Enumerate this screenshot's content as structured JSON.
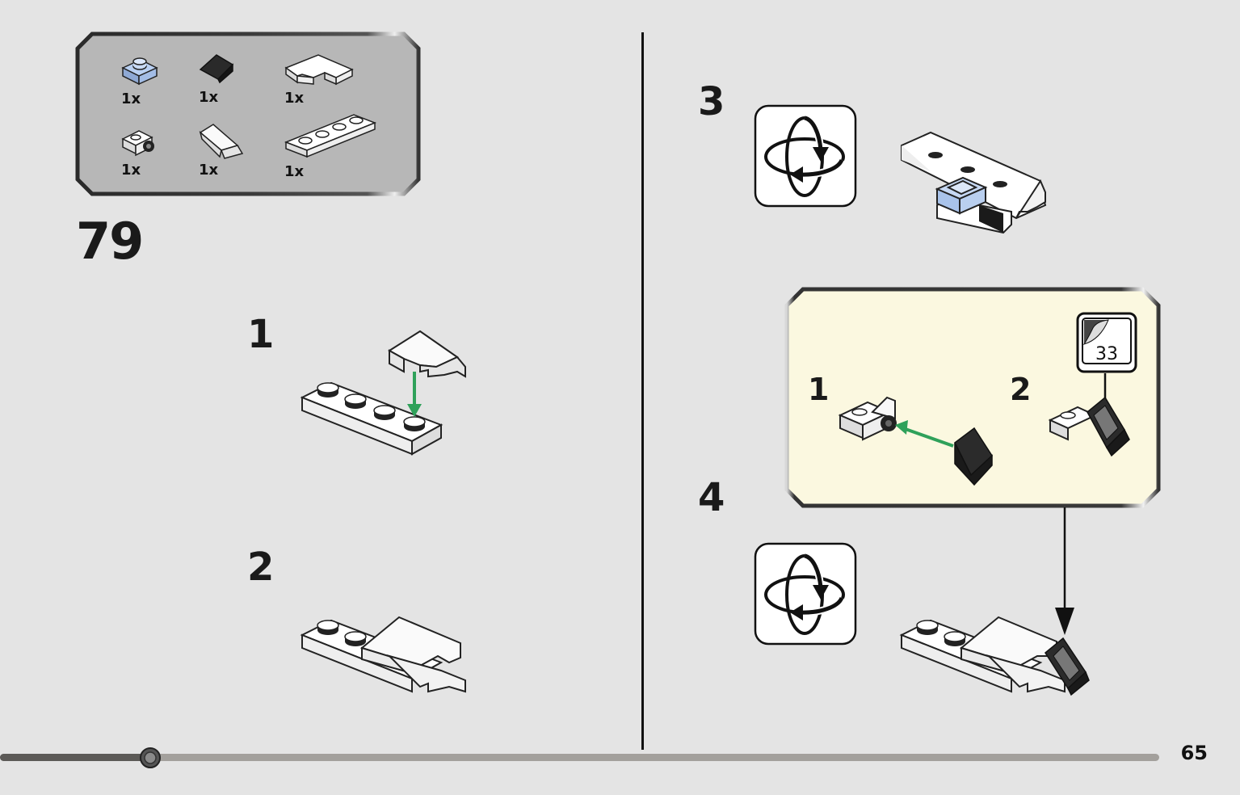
{
  "page": {
    "step_number": "79",
    "page_number": "65",
    "progress_fraction": 0.121
  },
  "parts_list": {
    "items": [
      {
        "qty": "1x",
        "part": "1x1 plate light blue"
      },
      {
        "qty": "1x",
        "part": "1x1 slope black"
      },
      {
        "qty": "1x",
        "part": "2x2 corner plate white"
      },
      {
        "qty": "1x",
        "part": "1x1 plate with clip white"
      },
      {
        "qty": "1x",
        "part": "wedge wing white"
      },
      {
        "qty": "1x",
        "part": "1x4 plate white"
      }
    ]
  },
  "sub_steps": {
    "s1": "1",
    "s2": "2",
    "s3": "3",
    "s4": "4"
  },
  "callout": {
    "s1": "1",
    "s2": "2",
    "sticker_number": "33"
  },
  "colors": {
    "background": "#e4e4e4",
    "parts_box": "#b7b7b7",
    "callout_box": "#fbf8e0",
    "arrow_green": "#2fa15a",
    "light_blue": "#a9c3ea"
  }
}
